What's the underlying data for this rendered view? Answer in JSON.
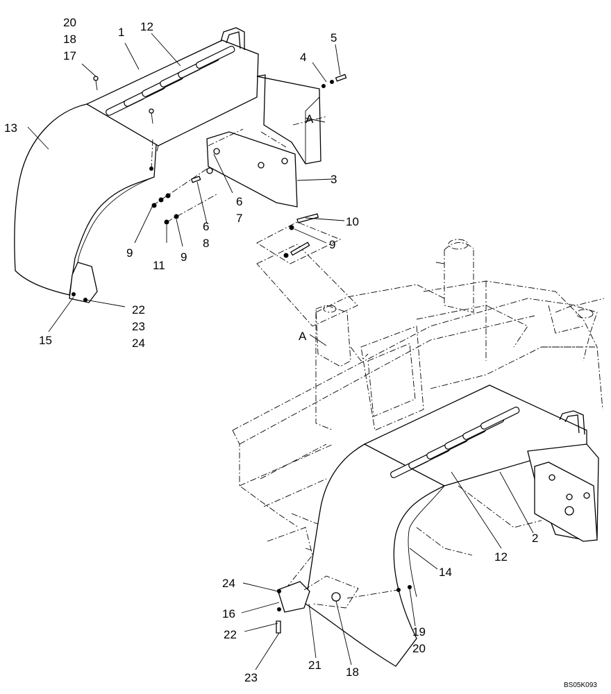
{
  "labels": {
    "1": "1",
    "2": "2",
    "3": "3",
    "4": "4",
    "5": "5",
    "6a": "6",
    "6b": "6",
    "7": "7",
    "8": "8",
    "9a": "9",
    "9b": "9",
    "9c": "9",
    "10": "10",
    "11": "11",
    "12a": "12",
    "12b": "12",
    "13": "13",
    "14": "14",
    "15": "15",
    "16": "16",
    "17": "17",
    "18a": "18",
    "18b": "18",
    "19": "19",
    "20a": "20",
    "20b": "20",
    "21": "21",
    "22a": "22",
    "22b": "22",
    "23a": "23",
    "23b": "23",
    "24a": "24",
    "24b": "24",
    "A1": "A",
    "A2": "A"
  },
  "code": "BS05K093"
}
